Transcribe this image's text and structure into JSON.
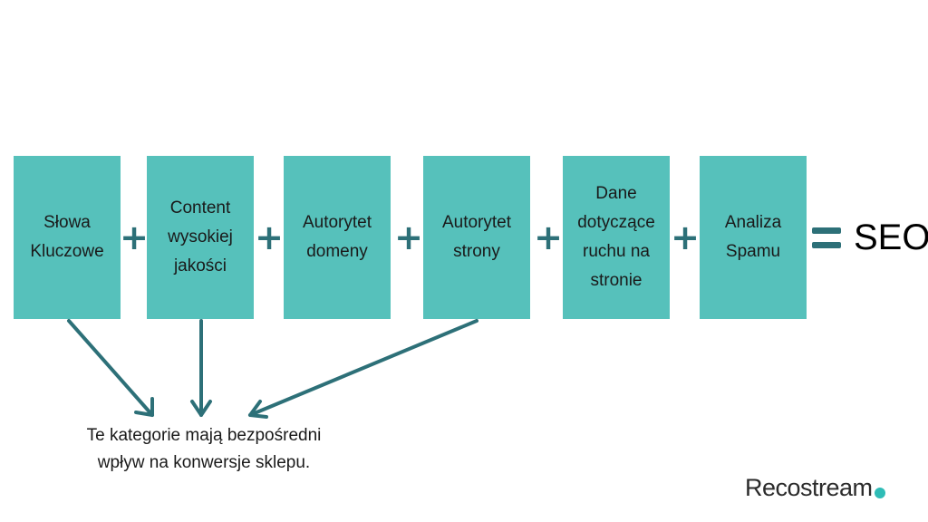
{
  "boxes": [
    {
      "label": "Słowa\nKluczowe"
    },
    {
      "label": "Content\nwysokiej\njakości"
    },
    {
      "label": "Autorytet\ndomeny"
    },
    {
      "label": "Autorytet\nstrony"
    },
    {
      "label": "Dane\ndotyczące\nruchu na\nstronie"
    },
    {
      "label": "Analiza\nSpamu"
    }
  ],
  "operators": {
    "plus": "+"
  },
  "result": "SEO",
  "note": "Te kategorie mają bezpośredni\nwpływ na konwersje sklepu.",
  "logo": {
    "text": "Recostream"
  },
  "colors": {
    "box": "#56c1bb",
    "operator": "#2d7078",
    "arrow": "#2d7078",
    "logo_dot": "#2fbcb6"
  }
}
